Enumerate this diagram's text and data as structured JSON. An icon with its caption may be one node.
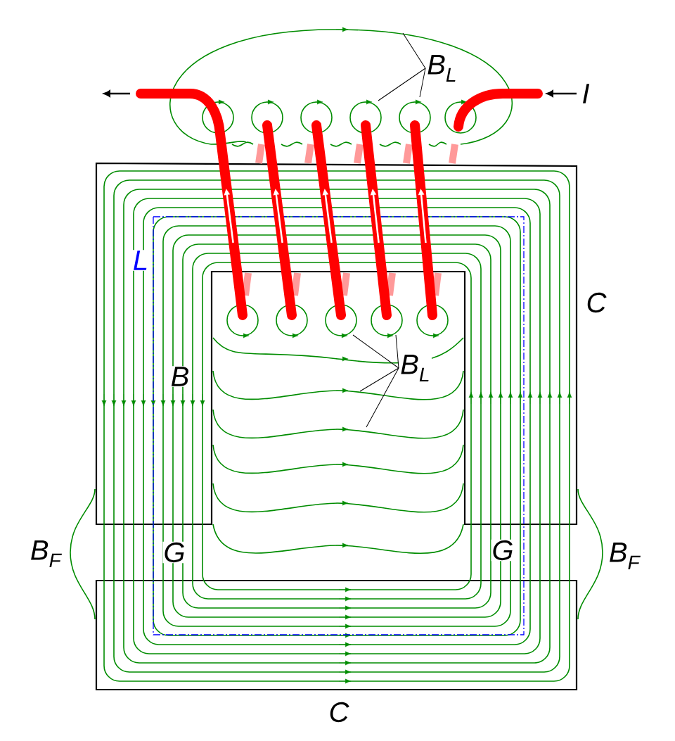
{
  "diagram": {
    "nodes": [
      {
        "text": [
          "B$_{L}$"
        ]
      },
      {
        "text": [
          "B$_{L}$"
        ]
      }
    ],
    "edges": [
      {
        "from": 0,
        "to": null,
        "arrow": "none"
      },
      {
        "from": 0,
        "to": null,
        "arrow": "none"
      },
      {
        "from": 0,
        "to": null,
        "arrow": "none"
      },
      {
        "from": 1,
        "to": null,
        "arrow": "none"
      },
      {
        "from": 1,
        "to": null,
        "arrow": "none"
      },
      {
        "from": 1,
        "to": null,
        "arrow": "none"
      },
      {
        "from": 1,
        "to": null,
        "arrow": "none"
      }
    ],
    "labels": [
      "I",
      "L",
      "C",
      "B",
      "B$_{F}$",
      "G",
      "G",
      "B$_{F}$",
      "C"
    ]
  }
}
